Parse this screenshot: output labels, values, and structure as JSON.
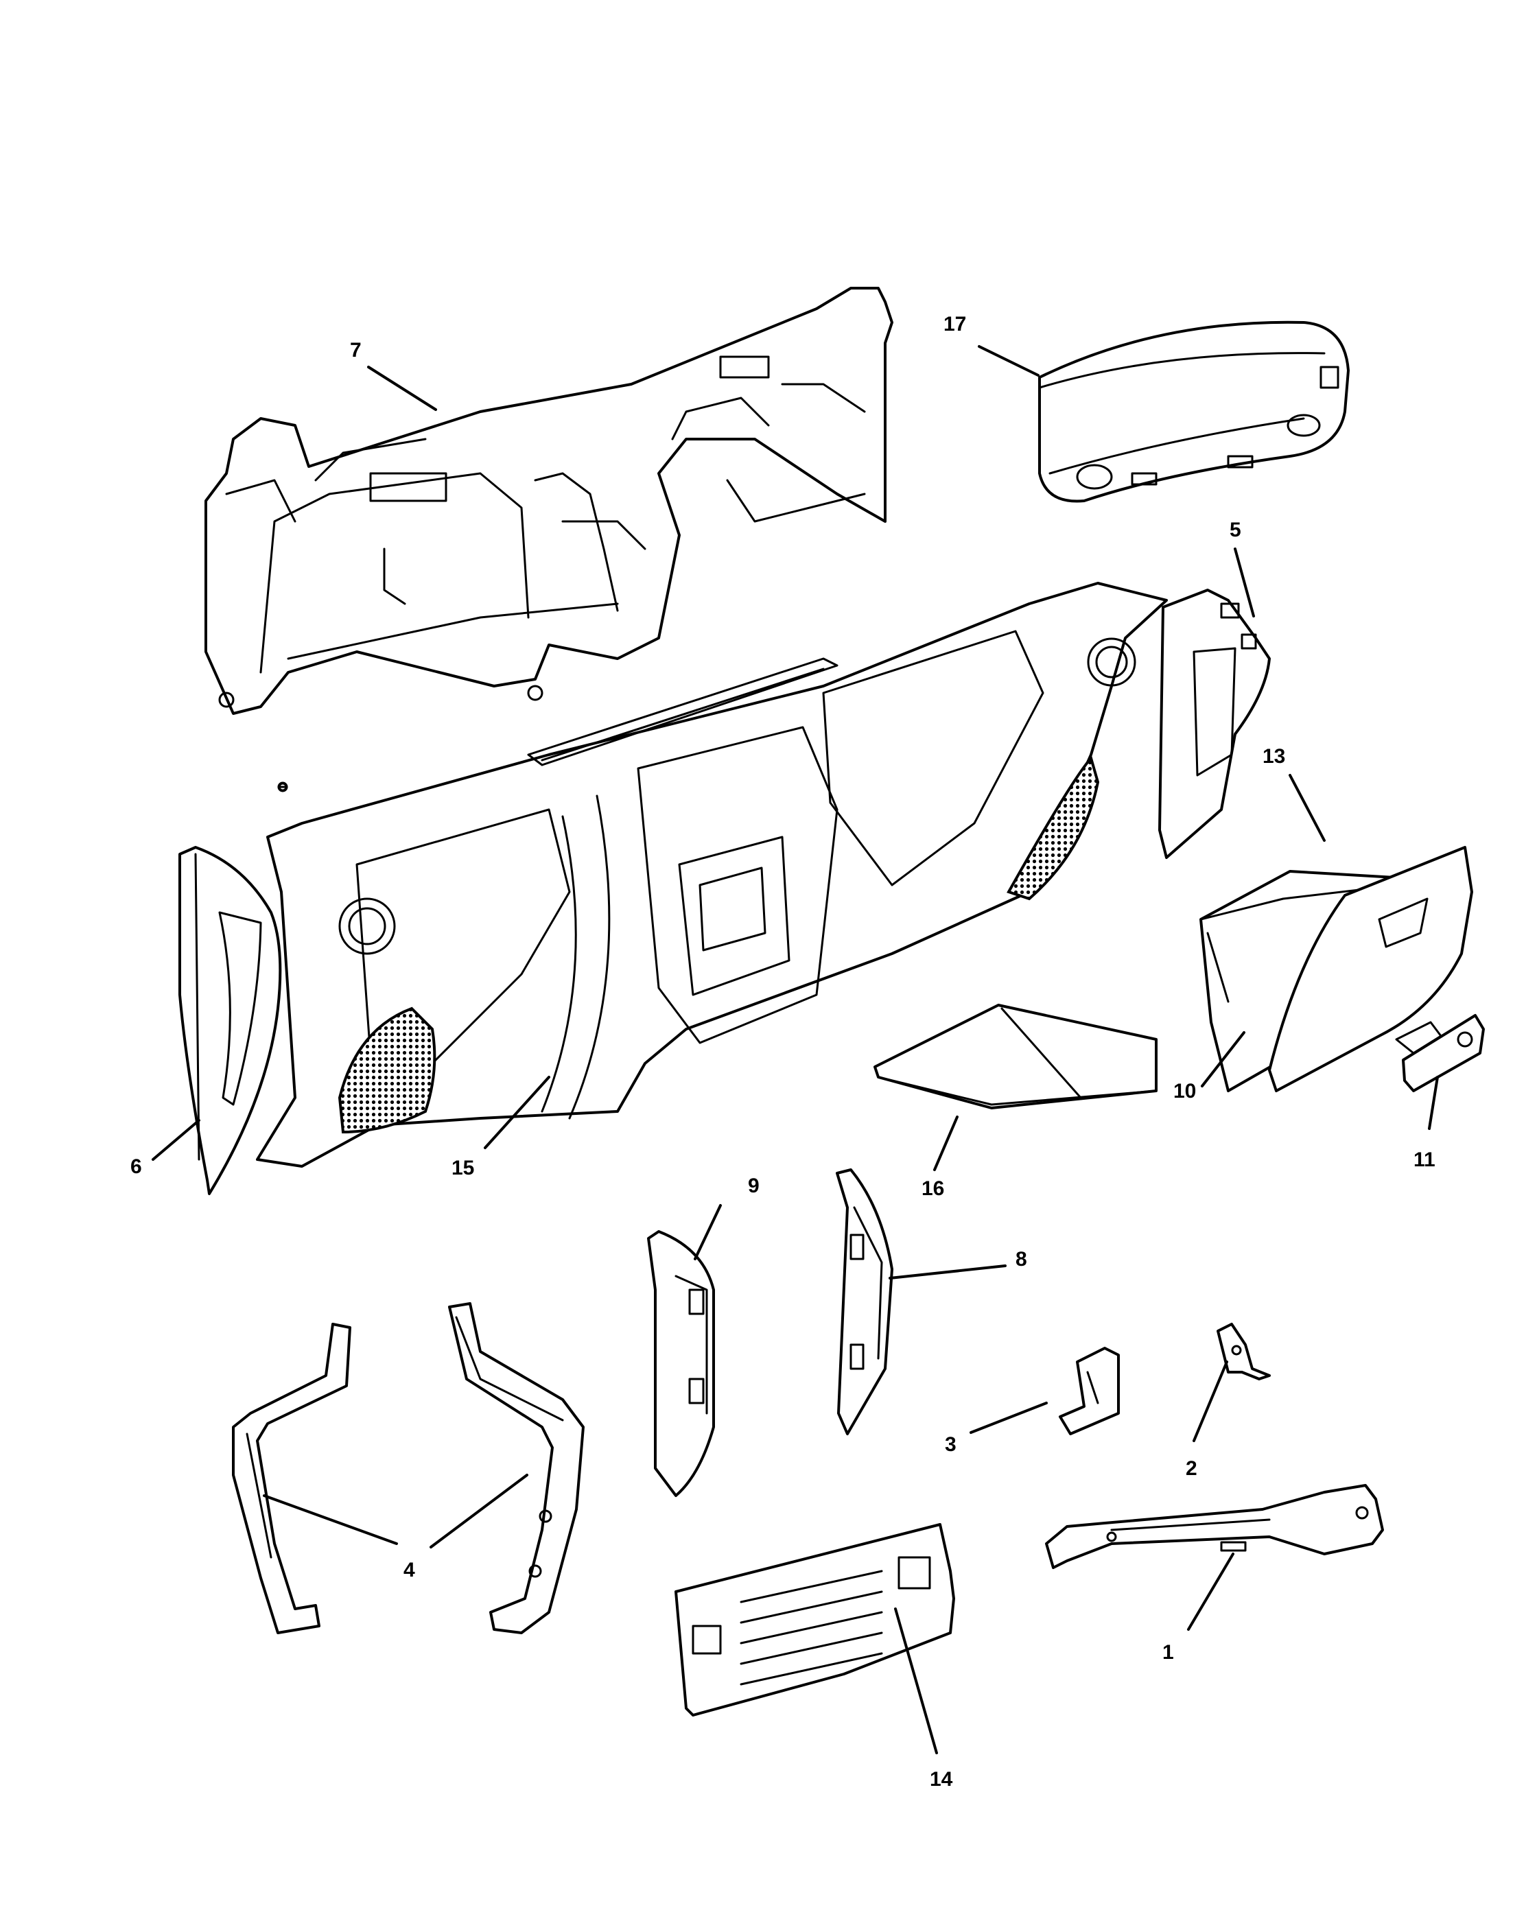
{
  "callouts": [
    {
      "id": "1",
      "text": "1"
    },
    {
      "id": "2",
      "text": "2"
    },
    {
      "id": "3",
      "text": "3"
    },
    {
      "id": "4",
      "text": "4"
    },
    {
      "id": "5",
      "text": "5"
    },
    {
      "id": "6",
      "text": "6"
    },
    {
      "id": "7",
      "text": "7"
    },
    {
      "id": "8",
      "text": "8"
    },
    {
      "id": "9",
      "text": "9"
    },
    {
      "id": "10",
      "text": "10"
    },
    {
      "id": "11",
      "text": "11"
    },
    {
      "id": "13",
      "text": "13"
    },
    {
      "id": "14",
      "text": "14"
    },
    {
      "id": "15",
      "text": "15"
    },
    {
      "id": "16",
      "text": "16"
    },
    {
      "id": "17",
      "text": "17"
    }
  ]
}
